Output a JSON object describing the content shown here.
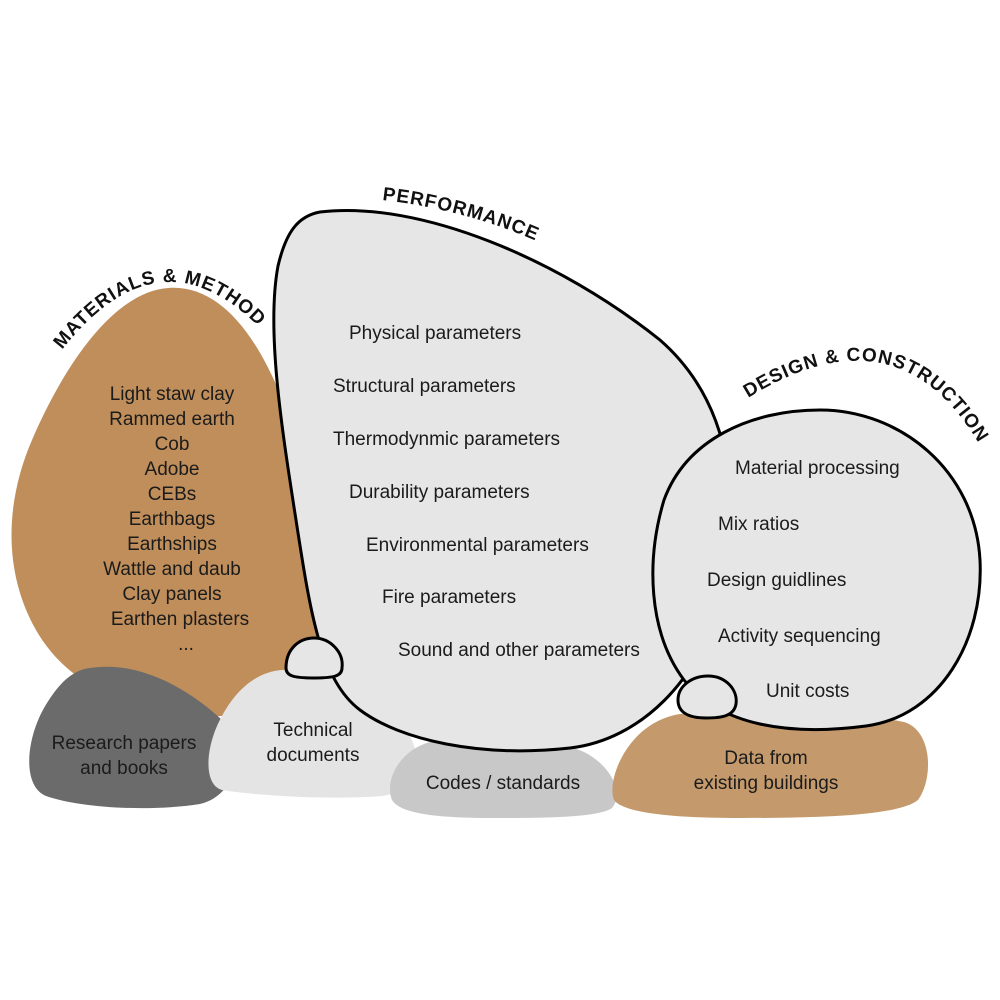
{
  "colors": {
    "earth_brown": "#c08e5a",
    "light_brown": "#c49a6c",
    "pale_gray": "#e6e6e6",
    "light_gray": "#e4e4e4",
    "mid_gray": "#c8c8c8",
    "dark_gray": "#6b6b6b",
    "outline": "#000000"
  },
  "headings": {
    "materials_methods": "MATERIALS & METHODS",
    "performance": "PERFORMANCE",
    "design_construction": "DESIGN & CONSTRUCTION"
  },
  "materials_methods": {
    "items": [
      "Light staw clay",
      "Rammed earth",
      "Cob",
      "Adobe",
      "CEBs",
      "Earthbags",
      "Earthships",
      "Wattle and daub",
      "Clay panels",
      "Earthen plasters",
      "..."
    ]
  },
  "performance": {
    "items": [
      "Physical parameters",
      "Structural parameters",
      "Thermodynmic parameters",
      "Durability parameters",
      "Environmental parameters",
      "Fire parameters",
      "Sound and other parameters"
    ]
  },
  "design_construction": {
    "items": [
      "Material processing",
      "Mix ratios",
      "Design guidlines",
      "Activity sequencing",
      "Unit costs"
    ]
  },
  "foundation": {
    "research": {
      "line1": "Research papers",
      "line2": "and books"
    },
    "technical": {
      "line1": "Technical",
      "line2": "documents"
    },
    "codes": {
      "line1": "Codes / standards"
    },
    "data": {
      "line1": "Data from",
      "line2": "existing buildings"
    }
  }
}
